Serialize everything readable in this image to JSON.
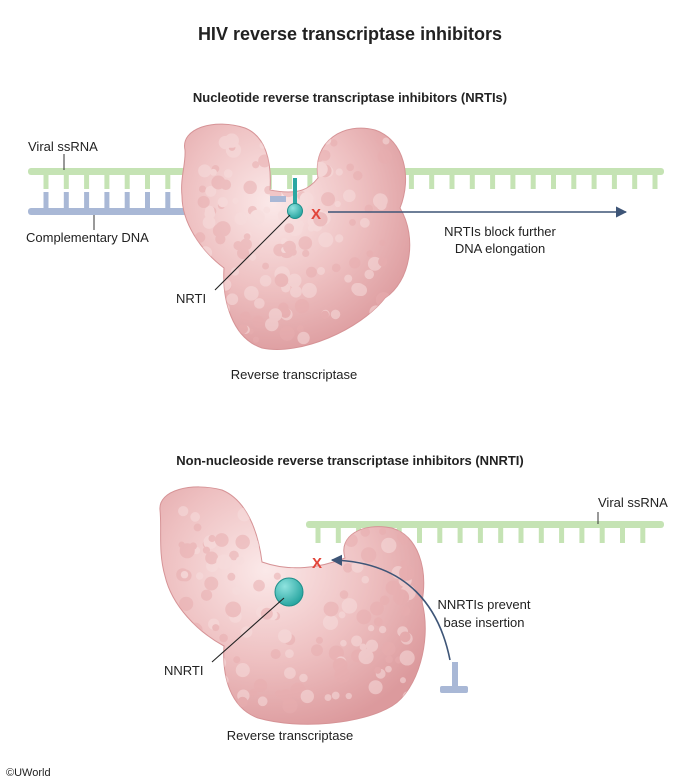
{
  "title": "HIV reverse transcriptase inhibitors",
  "nrti_panel": {
    "heading": "Nucleotide reverse transcriptase inhibitors (NRTIs)",
    "viral_label": "Viral ssRNA",
    "dna_label": "Complementary DNA",
    "drug_label": "NRTI",
    "enzyme_label": "Reverse transcriptase",
    "effect_line1": "NRTIs block further",
    "effect_line2": "DNA elongation",
    "block_mark": "X"
  },
  "nnrti_panel": {
    "heading": "Non-nucleoside reverse transcriptase inhibitors (NNRTI)",
    "viral_label": "Viral ssRNA",
    "drug_label": "NNRTI",
    "enzyme_label": "Reverse transcriptase",
    "effect_line1": "NNRTIs prevent",
    "effect_line2": "base insertion",
    "block_mark": "X"
  },
  "copyright": "©UWorld",
  "colors": {
    "rna": "#c5e3b4",
    "dna": "#a9b8d6",
    "protein": "#e8aeb0",
    "protein_light": "#f6dcdc",
    "drug": "#3bbdb8",
    "block": "#e2453a",
    "arrow": "#3e5577"
  }
}
